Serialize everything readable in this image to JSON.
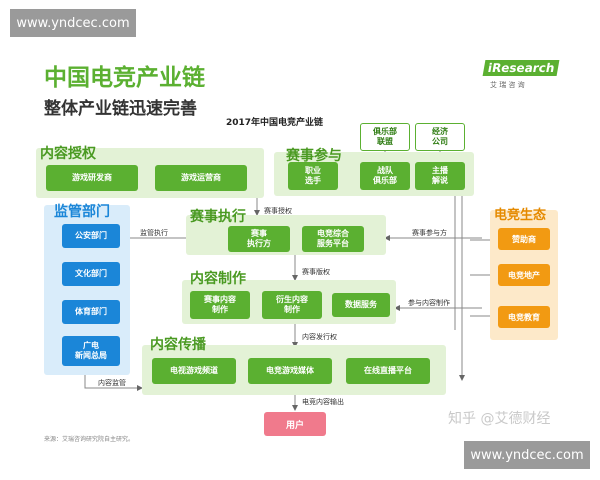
{
  "watermark_top": "www.yndcec.com",
  "watermark_bottom": "www.yndcec.com",
  "title": "中国电竞产业链",
  "subtitle": "整体产业链迅速完善",
  "chart_title": "2017年中国电竞产业链",
  "brand": {
    "name": "iResearch",
    "tagline": "艾 瑞 咨 询"
  },
  "sections": {
    "content_license": {
      "title": "内容授权",
      "items": [
        "游戏研发商",
        "游戏运营商"
      ]
    },
    "regulators": {
      "title": "监管部门",
      "items": [
        "公安部门",
        "文化部门",
        "体育部门",
        "广电\n新闻总局"
      ]
    },
    "tournament_participation": {
      "title": "赛事参与",
      "items": [
        "职业\n选手",
        "战队\n俱乐部",
        "主播\n解说"
      ]
    },
    "tournament_execution": {
      "title": "赛事执行",
      "items": [
        "赛事\n执行方",
        "电竞综合\n服务平台"
      ]
    },
    "content_production": {
      "title": "内容制作",
      "items": [
        "赛事内容\n制作",
        "衍生内容\n制作",
        "数据服务"
      ]
    },
    "content_distribution": {
      "title": "内容传播",
      "items": [
        "电视游戏频道",
        "电竞游戏媒体",
        "在线直播平台"
      ]
    },
    "ecosystem": {
      "title": "电竞生态",
      "items": [
        "赞助商",
        "电竞地产",
        "电竞教育"
      ]
    }
  },
  "outer_boxes": [
    "俱乐部\n联盟",
    "经济\n公司"
  ],
  "user": "用户",
  "flow_labels": {
    "tournament_license": "赛事授权",
    "supervise_execution": "监管执行",
    "participants": "赛事参与方",
    "event_rights": "赛事版权",
    "participate_production": "参与内容制作",
    "distribution_rights": "内容发行权",
    "content_supervision": "内容监管",
    "content_output": "电竞内容输出"
  },
  "source": "来源：艾瑞咨询研究院自主研究。",
  "credit": "知乎 @艾德财经",
  "colors": {
    "green": "#5bb031",
    "blue": "#1b86d8",
    "orange": "#f29a12",
    "pink": "#f07a8c"
  }
}
